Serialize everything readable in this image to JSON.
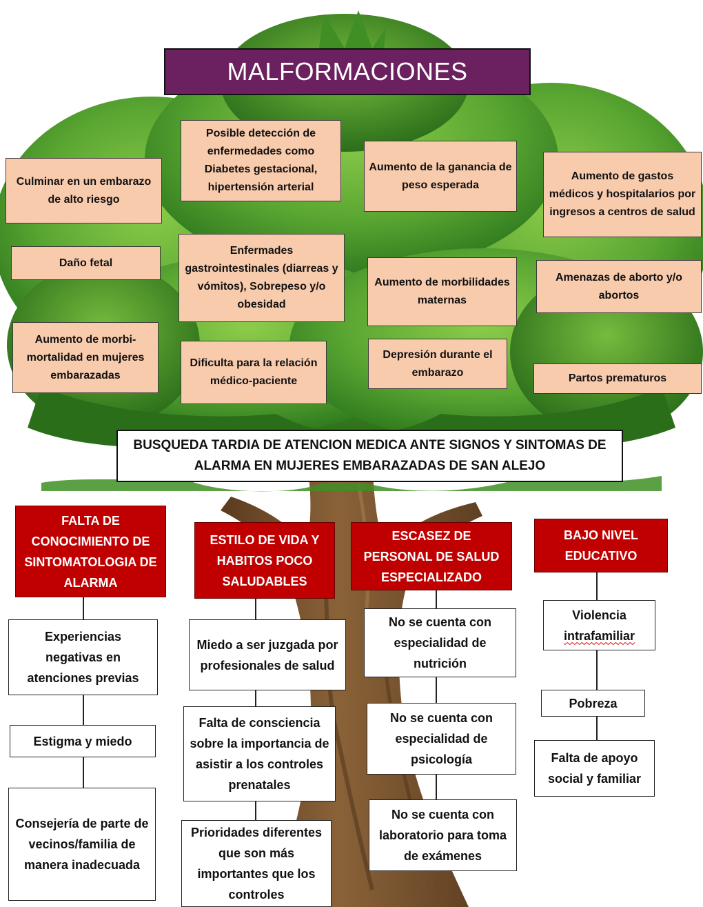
{
  "title": "MALFORMACIONES",
  "problem": "BUSQUEDA TARDIA DE ATENCION MEDICA ANTE SIGNOS Y SINTOMAS DE ALARMA EN MUJERES EMBARAZADAS DE SAN ALEJO",
  "effects": [
    "Culminar en un embarazo de alto riesgo",
    "Posible detección de enfermedades como Diabetes gestacional, hipertensión arterial",
    "Aumento de la ganancia de peso esperada",
    "Aumento de gastos médicos y hospitalarios por ingresos a centros de salud",
    "Daño fetal",
    "Enfermades gastrointestinales (diarreas y vómitos), Sobrepeso y/o obesidad",
    "Aumento de morbilidades maternas",
    "Amenazas de aborto y/o abortos",
    "Aumento de morbi-mortalidad en mujeres embarazadas",
    "Dificulta para la relación médico-paciente",
    "Depresión durante el embarazo",
    "Partos prematuros"
  ],
  "causes": [
    {
      "label": "FALTA DE CONOCIMIENTO DE SINTOMATOLOGIA DE ALARMA",
      "items": [
        "Experiencias negativas en atenciones previas",
        "Estigma y miedo",
        "Consejería de parte de vecinos/familia de manera inadecuada"
      ]
    },
    {
      "label": "ESTILO DE VIDA Y HABITOS POCO SALUDABLES",
      "items": [
        "Miedo a ser juzgada por profesionales de salud",
        "Falta de consciencia sobre la importancia de asistir a los controles prenatales",
        "Prioridades diferentes que son más importantes que los controles"
      ]
    },
    {
      "label": "ESCASEZ DE PERSONAL DE SALUD ESPECIALIZADO",
      "items": [
        "No se cuenta con especialidad de nutrición",
        "No se cuenta con especialidad de psicología",
        "No se cuenta con laboratorio para toma de exámenes"
      ]
    },
    {
      "label": "BAJO NIVEL EDUCATIVO",
      "items": [
        "Violencia",
        "intrafamiliar",
        "Pobreza",
        "Falta de apoyo social y familiar"
      ]
    }
  ],
  "colors": {
    "title_bg": "#6b2160",
    "effect_bg": "#f8cbad",
    "cause_bg": "#c00000",
    "foliage": "#4e9a2c",
    "trunk": "#7a5632"
  }
}
